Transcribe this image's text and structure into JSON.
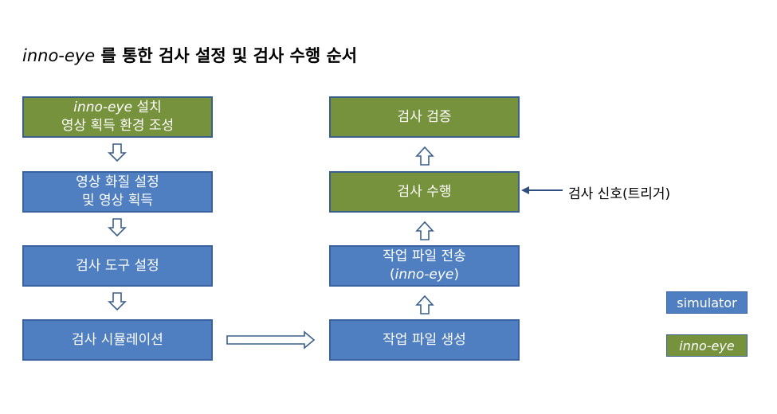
{
  "title": {
    "brand": "inno-eye",
    "rest": " 를 통한 검사 설정 및 검사 수행 순서"
  },
  "left_flow": {
    "step1": {
      "brand": "inno-eye",
      "line1_rest": " 설치",
      "line2": "영상 획득 환경 조성"
    },
    "step2": {
      "line1": "영상 화질 설정",
      "line2": "및 영상 획득"
    },
    "step3": {
      "line1": "검사 도구 설정"
    },
    "step4": {
      "line1": "검사 시뮬레이션"
    }
  },
  "right_flow": {
    "step1": {
      "line1": "작업 파일 생성"
    },
    "step2": {
      "line1": "작업 파일 전송",
      "paren_open": "(",
      "brand": "inno-eye",
      "paren_close": ")"
    },
    "step3": {
      "line1": "검사 수행"
    },
    "step4": {
      "line1": "검사 검증"
    }
  },
  "signal": {
    "label": "검사 신호(트리거)"
  },
  "legend": {
    "simulator": "simulator",
    "inno_eye": "inno-eye"
  },
  "colors": {
    "simulator": "#4f7fc0",
    "inno_eye": "#76923c",
    "arrow_stroke": "#3b5f8c",
    "signal_arrow": "#2f4f80"
  }
}
